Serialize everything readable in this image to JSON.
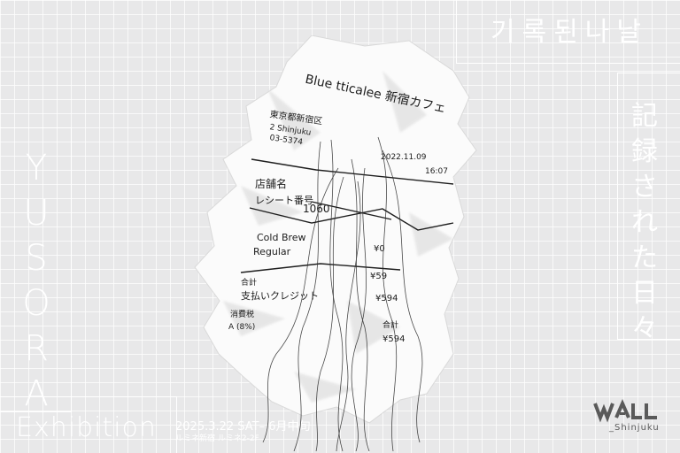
{
  "title_korean": "기록된나날",
  "title_japanese": [
    "記",
    "録",
    "さ",
    "れ",
    "た",
    "日",
    "々"
  ],
  "artist": [
    "Y",
    "U",
    "S",
    "O",
    "R",
    "A"
  ],
  "exhibition_label": "Exhibition",
  "dates": "2025.3.22 SAT– 6月中旬",
  "venue": "ルミネ新宿 ルミネ2-2F",
  "logo": {
    "name": "WALL",
    "sub": "_Shinjuku"
  },
  "receipt": {
    "line1": "Blue tticalee 新宿カフェ",
    "line2": "東京都新宿区",
    "line3": "2 Shinjuku",
    "line4": "03-5374",
    "date": "2022.11.09",
    "time": "16:07",
    "line5": "店舗名",
    "line6": "レシート番号",
    "line7": "1060",
    "item1": "Cold Brew",
    "item2": "Regular",
    "price0": "¥0",
    "price1": "¥59",
    "subtotal": "合計",
    "payment": "支払いクレジット",
    "price2": "¥594",
    "tax": "消費税",
    "tax_rate": "A (8%)",
    "total_label": "合計",
    "total": "¥594"
  },
  "colors": {
    "background": "#e8e8e9",
    "text": "#ffffff",
    "logo": "#5a5a5a"
  }
}
